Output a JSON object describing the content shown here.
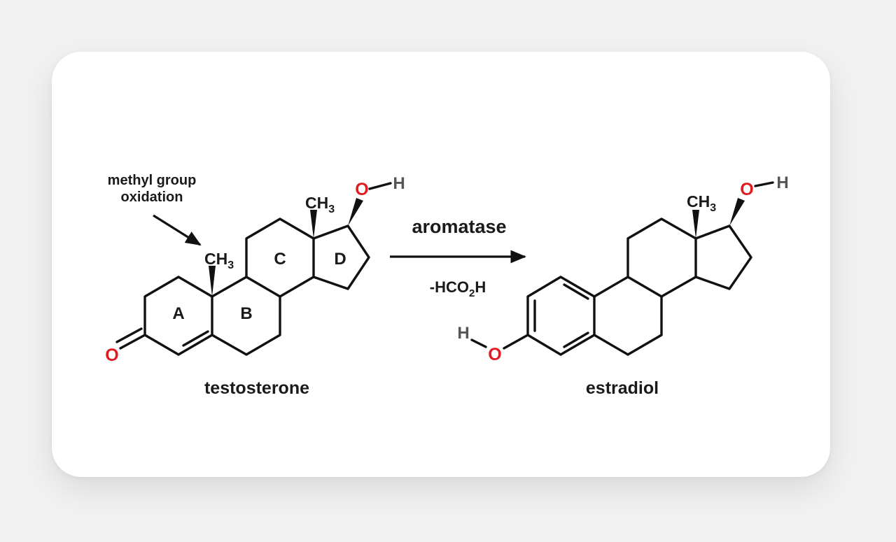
{
  "annotation": {
    "line1": "methyl group",
    "line2": "oxidation"
  },
  "testosterone": {
    "name": "testosterone",
    "rings": {
      "a": "A",
      "b": "B",
      "c": "C",
      "d": "D"
    },
    "methyl_top": "CH",
    "methyl_top_sub": "3",
    "methyl_mid": "CH",
    "methyl_mid_sub": "3",
    "ketone_o": "O",
    "hydroxyl_o": "O",
    "hydroxyl_h": "H"
  },
  "reaction": {
    "reagent": "aromatase",
    "byproduct": "-HCO",
    "byproduct_sub": "2",
    "byproduct_end": "H"
  },
  "estradiol": {
    "name": "estradiol",
    "methyl": "CH",
    "methyl_sub": "3",
    "hydroxyl_o": "O",
    "hydroxyl_h": "H",
    "phenol_o": "O",
    "phenol_h": "H"
  },
  "colors": {
    "oxygen": "#e21b22",
    "hydrogen": "#555555",
    "bond": "#111111"
  }
}
